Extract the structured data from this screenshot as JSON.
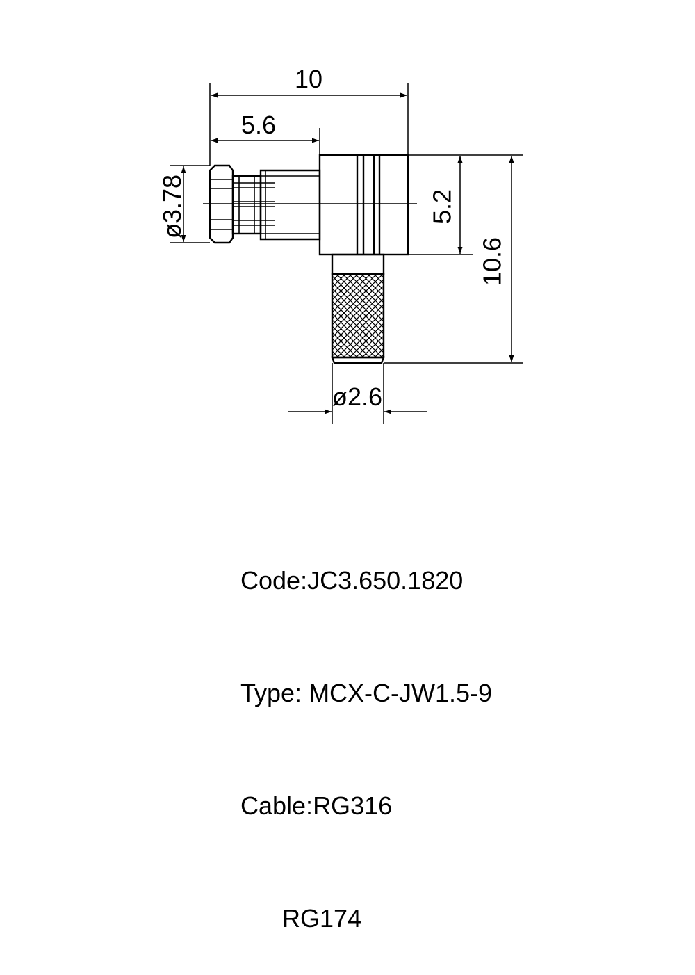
{
  "dimensions": {
    "overall_length": "10",
    "front_length": "5.6",
    "front_diameter": "3.78",
    "body_height": "5.2",
    "overall_height": "10.6",
    "cable_diameter": "2.6",
    "diameter_symbol": "ø"
  },
  "specs": [
    {
      "label": "Code:",
      "value": "JC3.650.1820"
    },
    {
      "label": "Type: ",
      "value": "MCX-C-JW1.5-9"
    },
    {
      "label": "Cable:",
      "value": "RG316"
    },
    {
      "label": "      ",
      "value": "RG174"
    }
  ]
}
